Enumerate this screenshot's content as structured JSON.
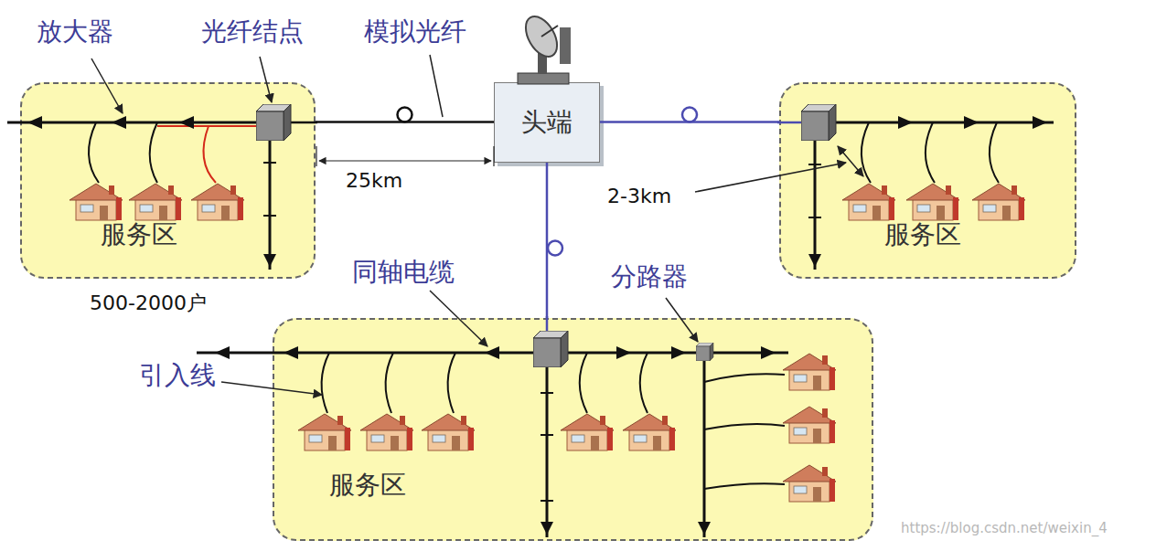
{
  "diagram": {
    "nodes": [
      {
        "text": [
          "服务区"
        ]
      },
      {
        "text": [
          "头端"
        ]
      },
      {
        "text": [
          "服务区"
        ]
      },
      {
        "text": [
          "服务区"
        ]
      }
    ],
    "edges": [
      {
        "from": 1,
        "to": 0,
        "arrow": "none"
      },
      {
        "from": 1,
        "to": 2,
        "arrow": "none"
      },
      {
        "from": 1,
        "to": 3,
        "arrow": "none"
      }
    ],
    "labels": [
      "放大器",
      "光纤结点",
      "模拟光纤",
      "25km",
      "2-3km",
      "500-2000户",
      "同轴电缆",
      "分路器",
      "引入线",
      "https://blog.csdn.net/weixin_4"
    ]
  }
}
